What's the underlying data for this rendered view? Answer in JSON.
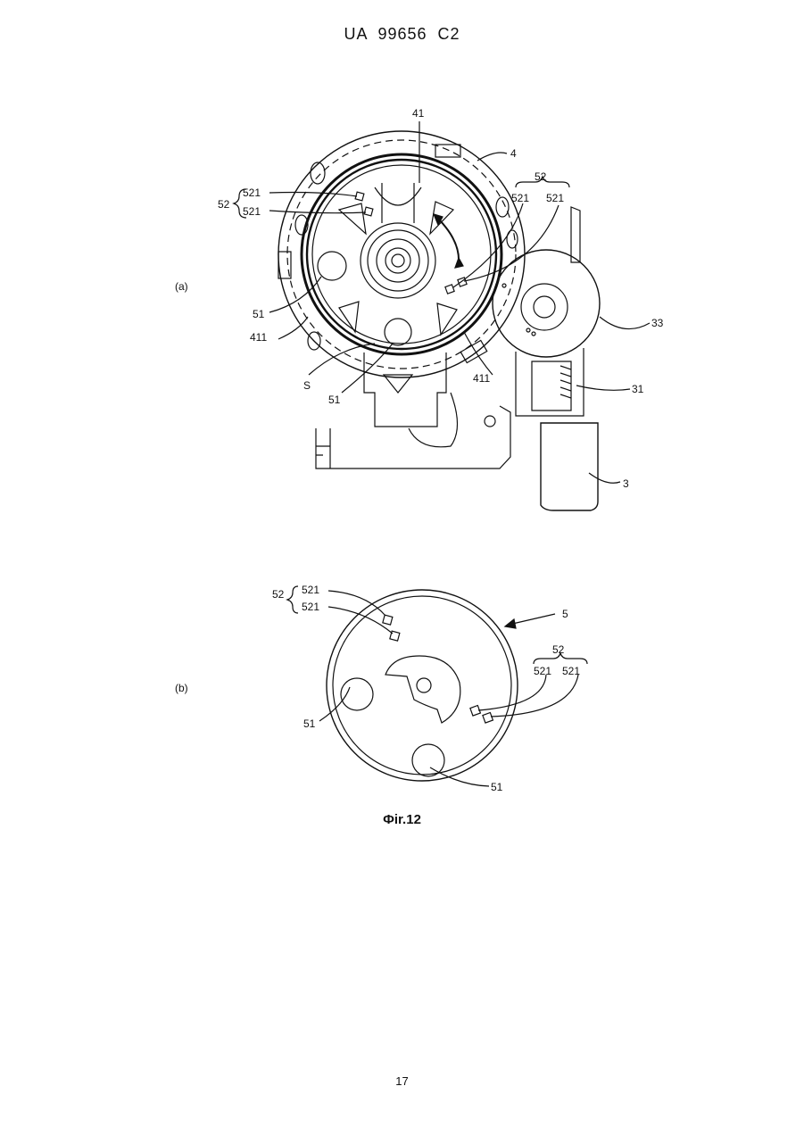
{
  "header": {
    "doc_id": "UA 99656 C2"
  },
  "figure": {
    "caption": "Фіr.12",
    "panel_a": {
      "label": "(a)",
      "refs": {
        "r41": "41",
        "r4": "4",
        "r52_left": "52",
        "r521_l1": "521",
        "r521_l2": "521",
        "r52_right": "52",
        "r521_r1": "521",
        "r521_r2": "521",
        "r51_left": "51",
        "r411_left": "411",
        "r33": "33",
        "r411_right": "411",
        "r31": "31",
        "rS": "S",
        "r51_bottom": "51",
        "r3": "3"
      }
    },
    "panel_b": {
      "label": "(b)",
      "refs": {
        "r52_left": "52",
        "r521_l1": "521",
        "r521_l2": "521",
        "r5": "5",
        "r52_right": "52",
        "r521_r1": "521",
        "r521_r2": "521",
        "r51_left": "51",
        "r51_bottom": "51"
      }
    }
  },
  "page_number": "17"
}
